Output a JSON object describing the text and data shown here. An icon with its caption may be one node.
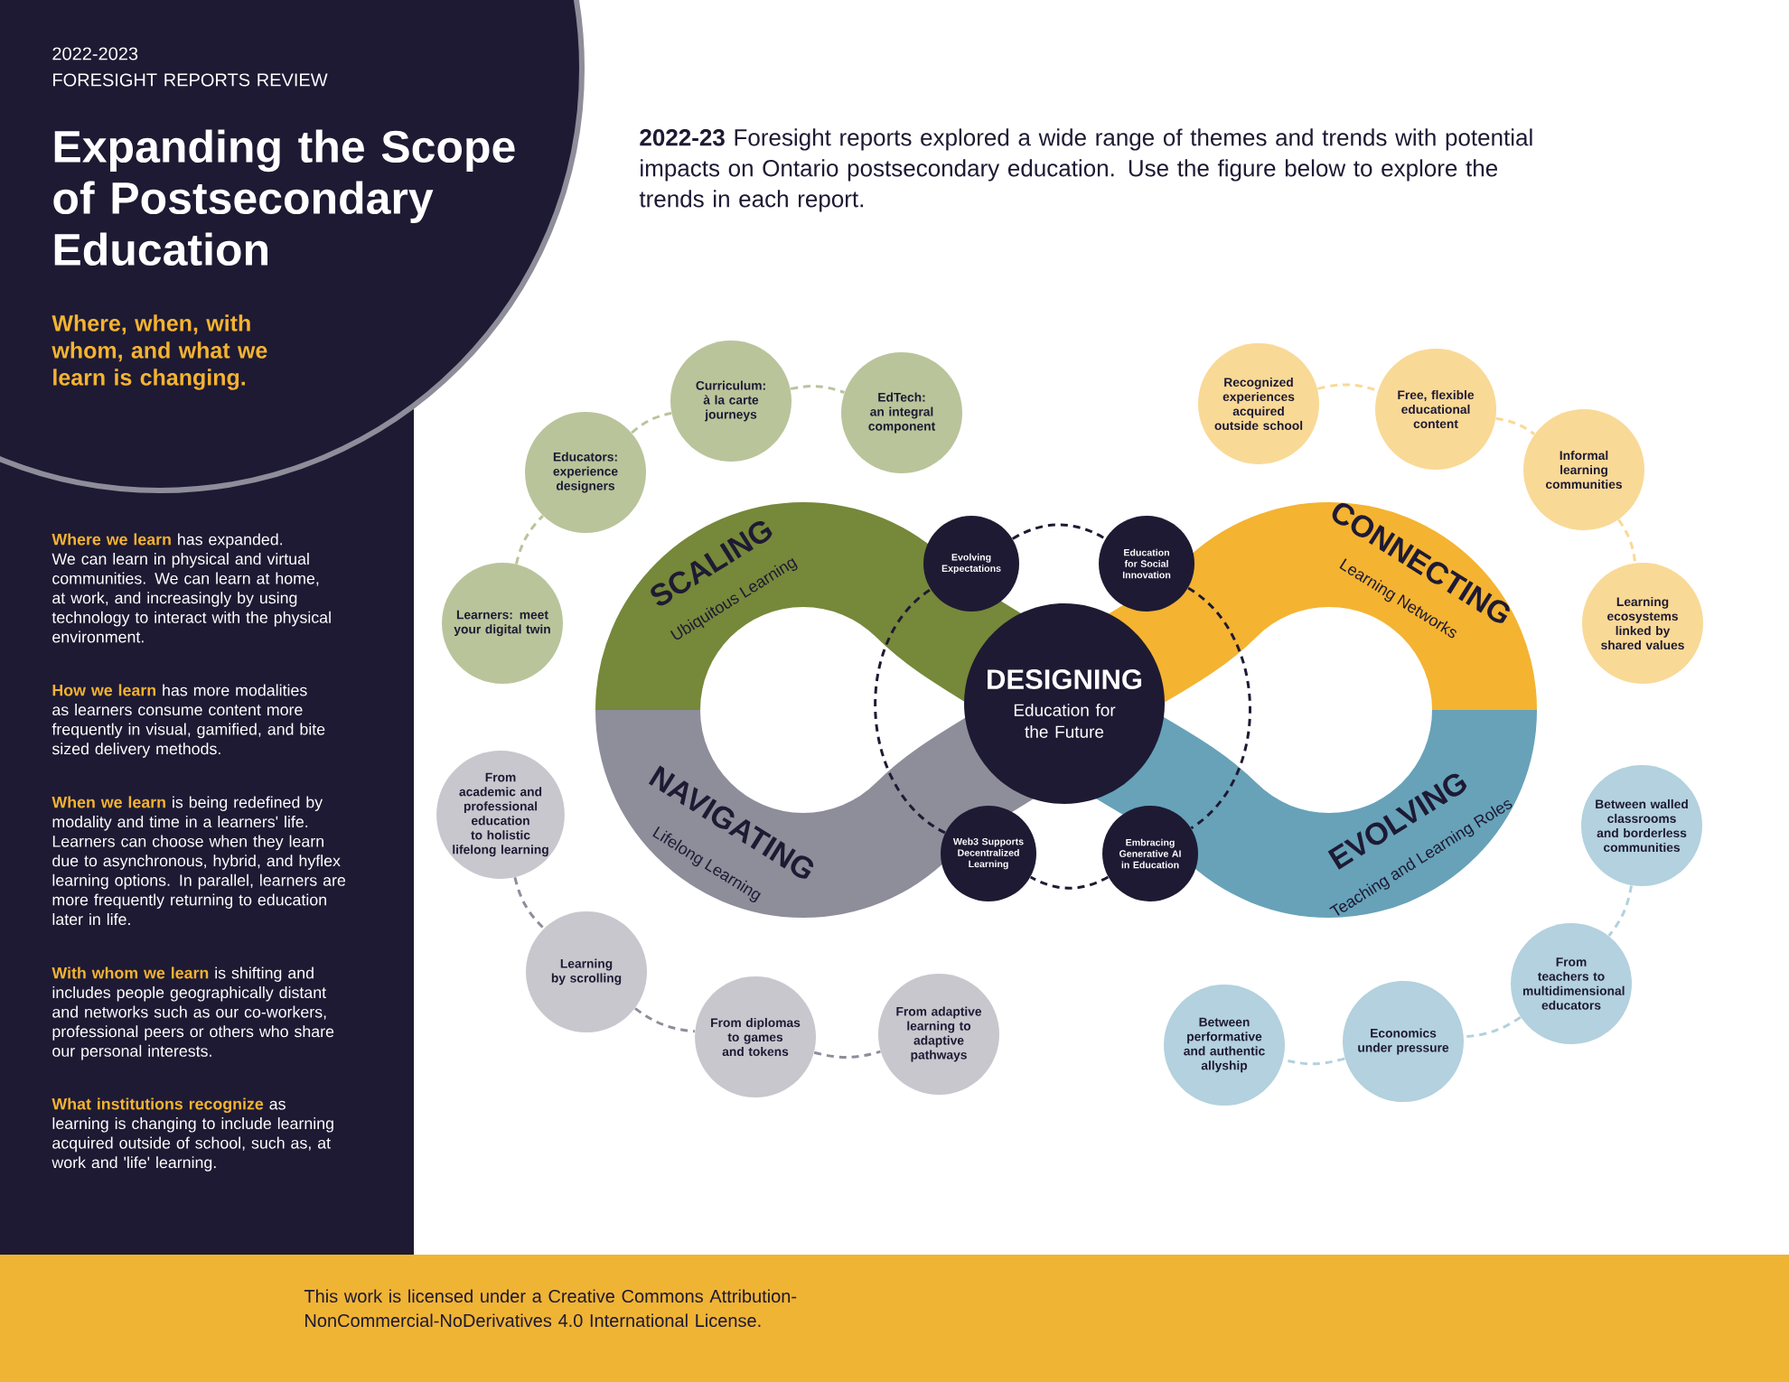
{
  "diagram": {
    "title": "Expanding the Scope of Postsecondary Education",
    "nodes": [
      {
        "text": [
          "SCALING",
          "Ubiquitous Learning"
        ]
      },
      {
        "text": [
          "CONNECTING",
          "Learning Networks"
        ]
      },
      {
        "text": [
          "NAVIGATING",
          "Lifelong Learning"
        ]
      },
      {
        "text": [
          "EVOLVING",
          "Teaching and Learning Roles"
        ]
      },
      {
        "text": [
          "DESIGNING",
          "Education for the Future"
        ]
      },
      {
        "text": [
          "Evolving Expectations"
        ]
      },
      {
        "text": [
          "Education for Social Innovation"
        ]
      },
      {
        "text": [
          "Web3 Supports Decentralized Learning"
        ]
      },
      {
        "text": [
          "Embracing Generative AI in Education"
        ]
      },
      {
        "text": [
          "Learners: meet your digital twin"
        ]
      },
      {
        "text": [
          "Educators: experience designers"
        ]
      },
      {
        "text": [
          "Curriculum: à la carte journeys"
        ]
      },
      {
        "text": [
          "EdTech: an integral component"
        ]
      },
      {
        "text": [
          "Recognized experiences acquired outside school"
        ]
      },
      {
        "text": [
          "Free, flexible educational content"
        ]
      },
      {
        "text": [
          "Informal learning communities"
        ]
      },
      {
        "text": [
          "Learning ecosystems linked by shared values"
        ]
      },
      {
        "text": [
          "From academic and professional education to holistic lifelong learning"
        ]
      },
      {
        "text": [
          "Learning by scrolling"
        ]
      },
      {
        "text": [
          "From diplomas to games and tokens"
        ]
      },
      {
        "text": [
          "From adaptive learning to adaptive pathways"
        ]
      },
      {
        "text": [
          "Between walled classrooms and borderless communities"
        ]
      },
      {
        "text": [
          "From teachers to multidimensional educators"
        ]
      },
      {
        "text": [
          "Economics under pressure"
        ]
      },
      {
        "text": [
          "Between performative and authentic allyship"
        ]
      }
    ],
    "edges": [
      {
        "from": 5,
        "to": 6,
        "arrow": "none",
        "style": "dashed"
      },
      {
        "from": 6,
        "to": 8,
        "arrow": "none",
        "style": "dashed"
      },
      {
        "from": 8,
        "to": 7,
        "arrow": "none",
        "style": "dashed"
      },
      {
        "from": 7,
        "to": 5,
        "arrow": "none",
        "style": "dashed"
      },
      {
        "from": 9,
        "to": 10,
        "arrow": "none",
        "style": "dashed",
        "color": "#b9c49b"
      },
      {
        "from": 10,
        "to": 11,
        "arrow": "none",
        "style": "dashed",
        "color": "#b9c49b"
      },
      {
        "from": 11,
        "to": 12,
        "arrow": "none",
        "style": "dashed",
        "color": "#b9c49b"
      },
      {
        "from": 13,
        "to": 14,
        "arrow": "none",
        "style": "dashed",
        "color": "#f9d996"
      },
      {
        "from": 14,
        "to": 15,
        "arrow": "none",
        "style": "dashed",
        "color": "#f9d996"
      },
      {
        "from": 15,
        "to": 16,
        "arrow": "none",
        "style": "dashed",
        "color": "#f9d996"
      },
      {
        "from": 17,
        "to": 18,
        "arrow": "none",
        "style": "dashed",
        "color": "#8e8d9a"
      },
      {
        "from": 18,
        "to": 19,
        "arrow": "none",
        "style": "dashed",
        "color": "#8e8d9a"
      },
      {
        "from": 19,
        "to": 20,
        "arrow": "none",
        "style": "dashed",
        "color": "#8e8d9a"
      },
      {
        "from": 21,
        "to": 22,
        "arrow": "none",
        "style": "dashed",
        "color": "#b3d1de"
      },
      {
        "from": 22,
        "to": 23,
        "arrow": "none",
        "style": "dashed",
        "color": "#b3d1de"
      },
      {
        "from": 23,
        "to": 24,
        "arrow": "none",
        "style": "dashed",
        "color": "#b3d1de"
      }
    ],
    "labels": [
      "2022-2023",
      "FORESIGHT REPORTS REVIEW",
      "Where, when, with whom, and what we learn is changing.",
      "**Where we learn** has expanded. We can learn in physical and virtual communities. We can learn at home, at work, and increasingly by using technology to interact with the physical environment.",
      "**How we learn** has more modalities as learners consume content more frequently in visual, gamified, and bite sized delivery methods.",
      "**When we learn** is being redefined by modality and time in a learners' life. Learners can choose when they learn due to asynchronous, hybrid, and hyflex learning options. In parallel, learners are more frequently returning to education later in life.",
      "**With whom we learn** is shifting and includes people geographically distant and networks such as our co-workers, professional peers or others who share our personal interests.",
      "**What institutions recognize** as learning is changing to include learning acquired outside of school, such as, at work and 'life' learning.",
      "**2022-23** Foresight reports explored a wide range of themes and trends with potential impacts on Ontario postsecondary education. Use the figure below to explore the trends in each report.",
      "This work is licensed under a Creative Commons Attribution-NonCommercial-NoDerivatives 4.0 International License."
    ]
  }
}
